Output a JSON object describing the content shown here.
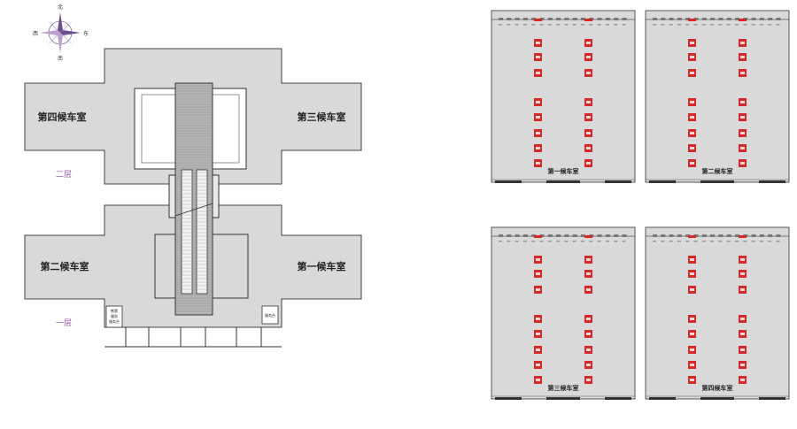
{
  "compass": {
    "north": "北",
    "south": "南",
    "east": "东",
    "west": "西"
  },
  "floors": {
    "upper": "二层",
    "lower": "一层"
  },
  "floor_plan": {
    "room_4": "第四候车室",
    "room_3": "第三候车室",
    "room_2": "第二候车室",
    "room_1": "第一候车室",
    "office_left": [
      "售票",
      "服务",
      "服务台"
    ],
    "office_right": "服务台"
  },
  "waiting_rooms": [
    {
      "label": "第一候车室"
    },
    {
      "label": "第二候车室"
    },
    {
      "label": "第三候车室"
    },
    {
      "label": "第四候车室"
    }
  ],
  "colors": {
    "hall_fill": "#d9d9d9",
    "seat_red": "#d42a2a",
    "floor_label": "#9b5fb6",
    "outline": "#444444"
  }
}
